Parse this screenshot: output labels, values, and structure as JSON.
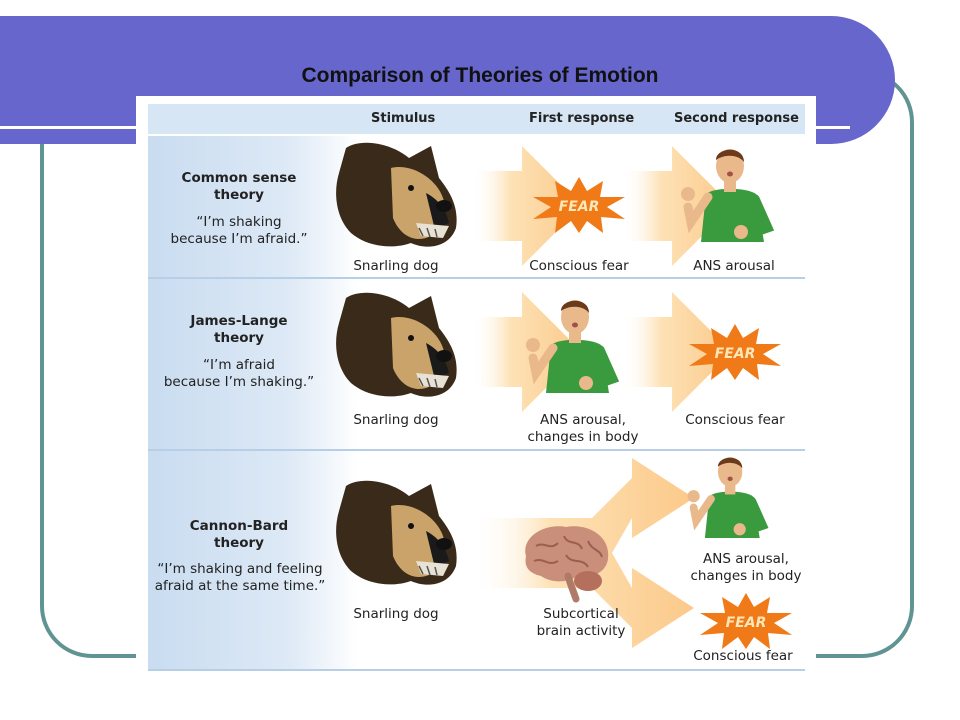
{
  "slide": {
    "title": "Comparison of Theories of Emotion"
  },
  "table": {
    "headers": {
      "stimulus": "Stimulus",
      "first": "First response",
      "second": "Second response"
    },
    "rows": [
      {
        "name_line1": "Common sense",
        "name_line2": "theory",
        "quote_line1": "“I’m shaking",
        "quote_line2": "because I’m afraid.”",
        "stimulus_caption": "Snarling dog",
        "first_caption": "Conscious fear",
        "second_caption": "ANS arousal"
      },
      {
        "name_line1": "James-Lange",
        "name_line2": "theory",
        "quote_line1": "“I’m afraid",
        "quote_line2": "because I’m shaking.”",
        "stimulus_caption": "Snarling dog",
        "first_caption_line1": "ANS arousal,",
        "first_caption_line2": "changes in body",
        "second_caption": "Conscious fear"
      },
      {
        "name_line1": "Cannon-Bard",
        "name_line2": "theory",
        "quote_line1": "“I’m shaking and feeling",
        "quote_line2": "afraid at the same time.”",
        "stimulus_caption": "Snarling dog",
        "first_caption_line1": "Subcortical",
        "first_caption_line2": "brain activity",
        "second_top_line1": "ANS arousal,",
        "second_top_line2": "changes in body",
        "second_bottom": "Conscious fear"
      }
    ],
    "fear_label": "FEAR"
  },
  "colors": {
    "banner": "#6666cc",
    "frame": "#5f9493",
    "header": "#d6e6f5",
    "arrow": "#fcd9a0",
    "burst": "#f07a18",
    "shirt": "#3a9a3e"
  },
  "icons": [
    "dog-image",
    "fear-burst",
    "person-image",
    "brain-image",
    "arrow"
  ]
}
